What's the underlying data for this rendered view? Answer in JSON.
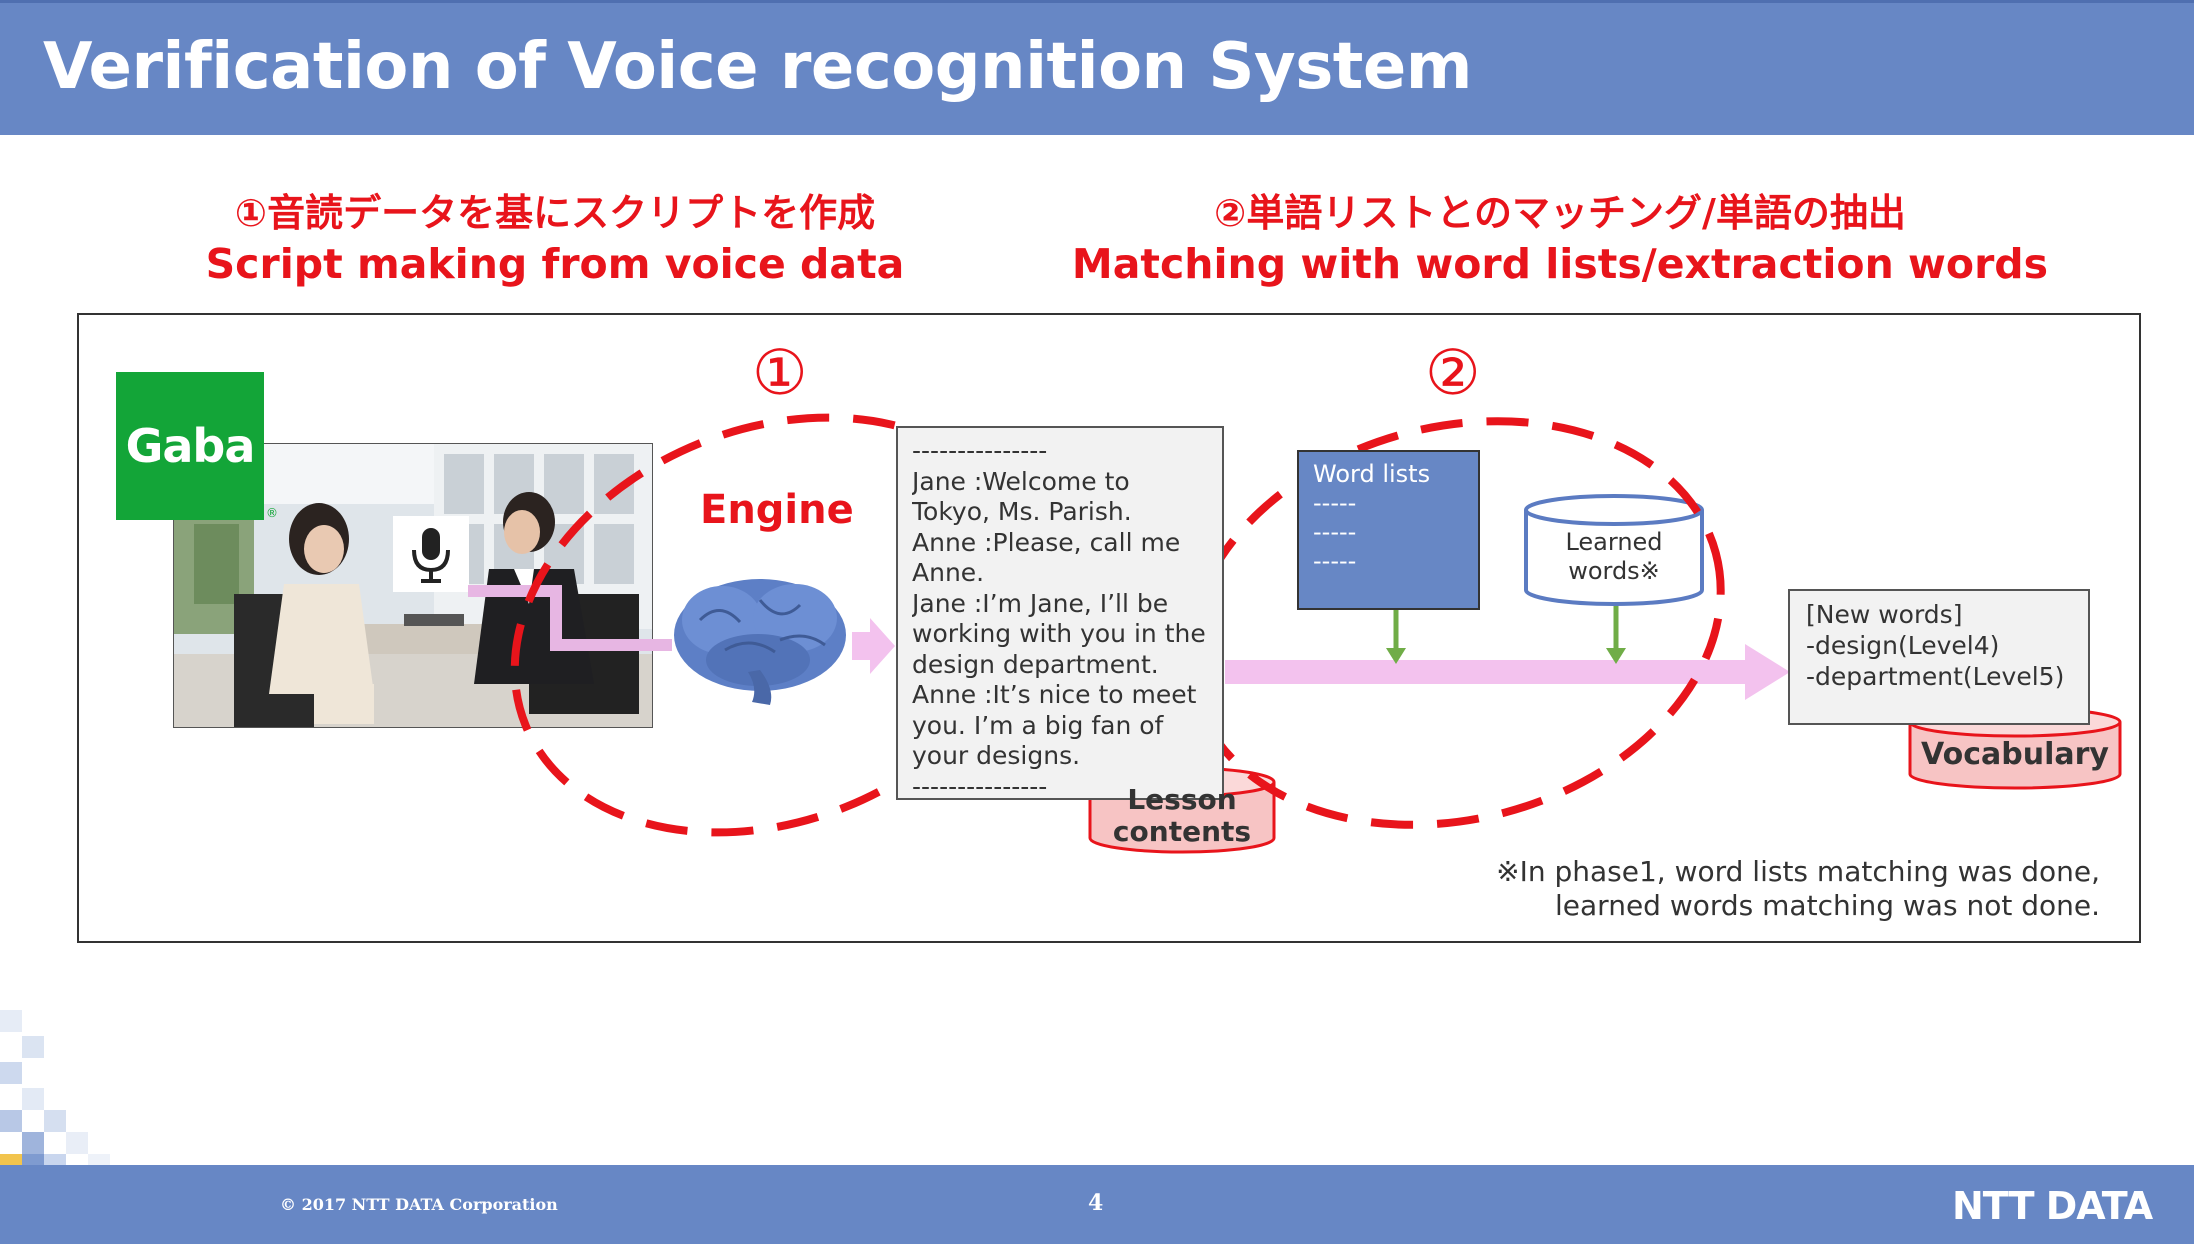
{
  "slide": {
    "title": "Verification of Voice recognition System",
    "page_number": "4",
    "copyright": "© 2017 NTT DATA Corporation",
    "brand": "NTT DATA"
  },
  "sections": [
    {
      "label_ja": "①音読データを基にスクリプトを作成",
      "label_en": "Script making from voice data"
    },
    {
      "label_ja": "②単語リストとのマッチング/単語の抽出",
      "label_en": "Matching with word lists/extraction words"
    }
  ],
  "diagram": {
    "logo_text": "Gaba",
    "logo_mark": "®",
    "step1_marker": "①",
    "step2_marker": "②",
    "engine_label": "Engine",
    "script_lines": [
      "---------------",
      "Jane :Welcome to",
      "Tokyo, Ms. Parish.",
      "Anne :Please, call me",
      "Anne.",
      "Jane :I’m Jane, I’ll be",
      "working with you in the",
      "design department.",
      "Anne :It’s nice to meet",
      "you. I’m a big fan of",
      "your designs.",
      "---------------"
    ],
    "lesson_contents_label": [
      "Lesson",
      "contents"
    ],
    "word_lists": {
      "title": "Word lists",
      "lines": [
        "-----",
        "-----",
        "-----"
      ]
    },
    "learned_words_label": [
      "Learned",
      "words※"
    ],
    "new_words": {
      "title": "[New words]",
      "items": [
        "-design(Level4)",
        "-department(Level5)"
      ]
    },
    "vocabulary_label": "Vocabulary",
    "note_lines": [
      "※In phase1, word lists matching was done,",
      "learned words matching was not done."
    ]
  },
  "colors": {
    "header_bar": "#6787c5",
    "accent_red": "#e8141b",
    "gaba_green": "#13a538",
    "cylinder_pink": "#f7c4c4",
    "arrow_pink": "#f3c2ee",
    "arrow_green": "#70ad47"
  },
  "icons": [
    "microphone-icon",
    "brain-icon"
  ]
}
